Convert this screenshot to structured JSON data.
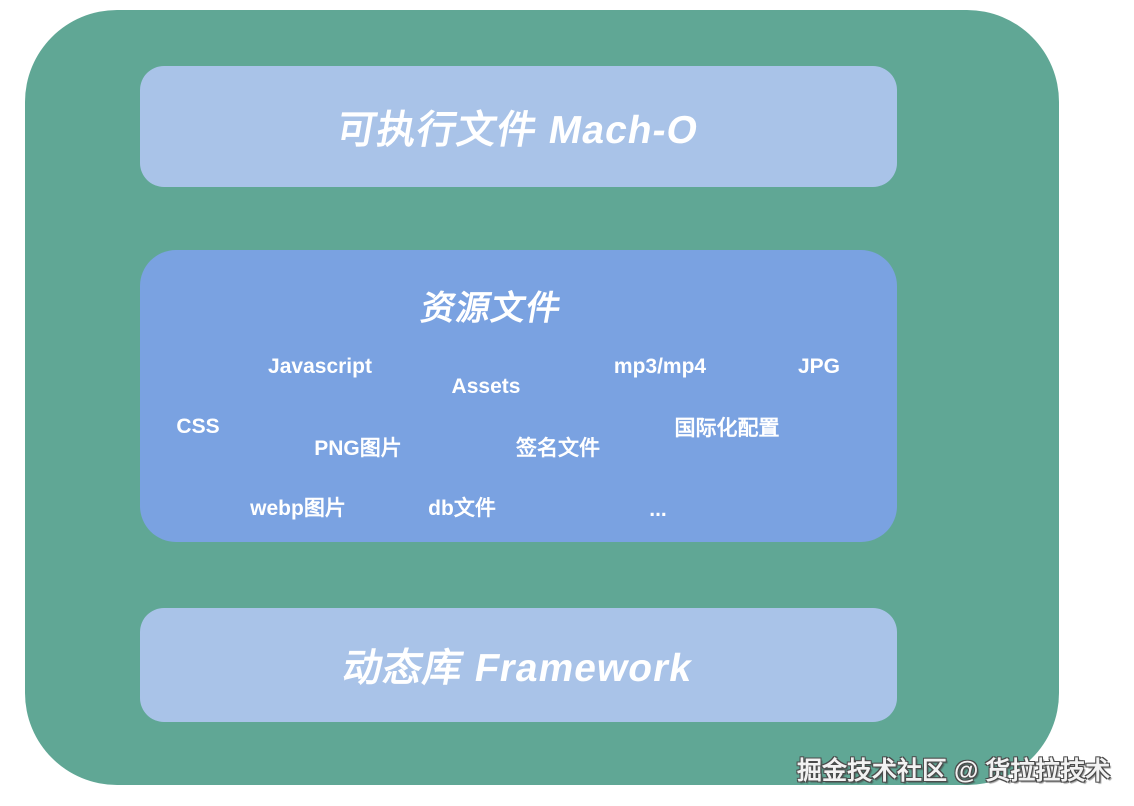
{
  "colors": {
    "page_background": "#ffffff",
    "container_teal": "#60a795",
    "box_light_blue": "#a9c3e8",
    "box_medium_blue": "#7aa2e1",
    "text_white": "#ffffff",
    "watermark_outline": "#4a4a4a"
  },
  "diagram": {
    "executable_box": {
      "label": "可执行文件 Mach-O"
    },
    "resources_box": {
      "title": "资源文件",
      "items": [
        "Javascript",
        "Assets",
        "mp3/mp4",
        "JPG",
        "CSS",
        "PNG图片",
        "签名文件",
        "国际化配置",
        "webp图片",
        "db文件",
        "..."
      ]
    },
    "framework_box": {
      "label": "动态库 Framework"
    }
  },
  "watermark": {
    "text": "掘金技术社区 @ 货拉拉技术"
  }
}
